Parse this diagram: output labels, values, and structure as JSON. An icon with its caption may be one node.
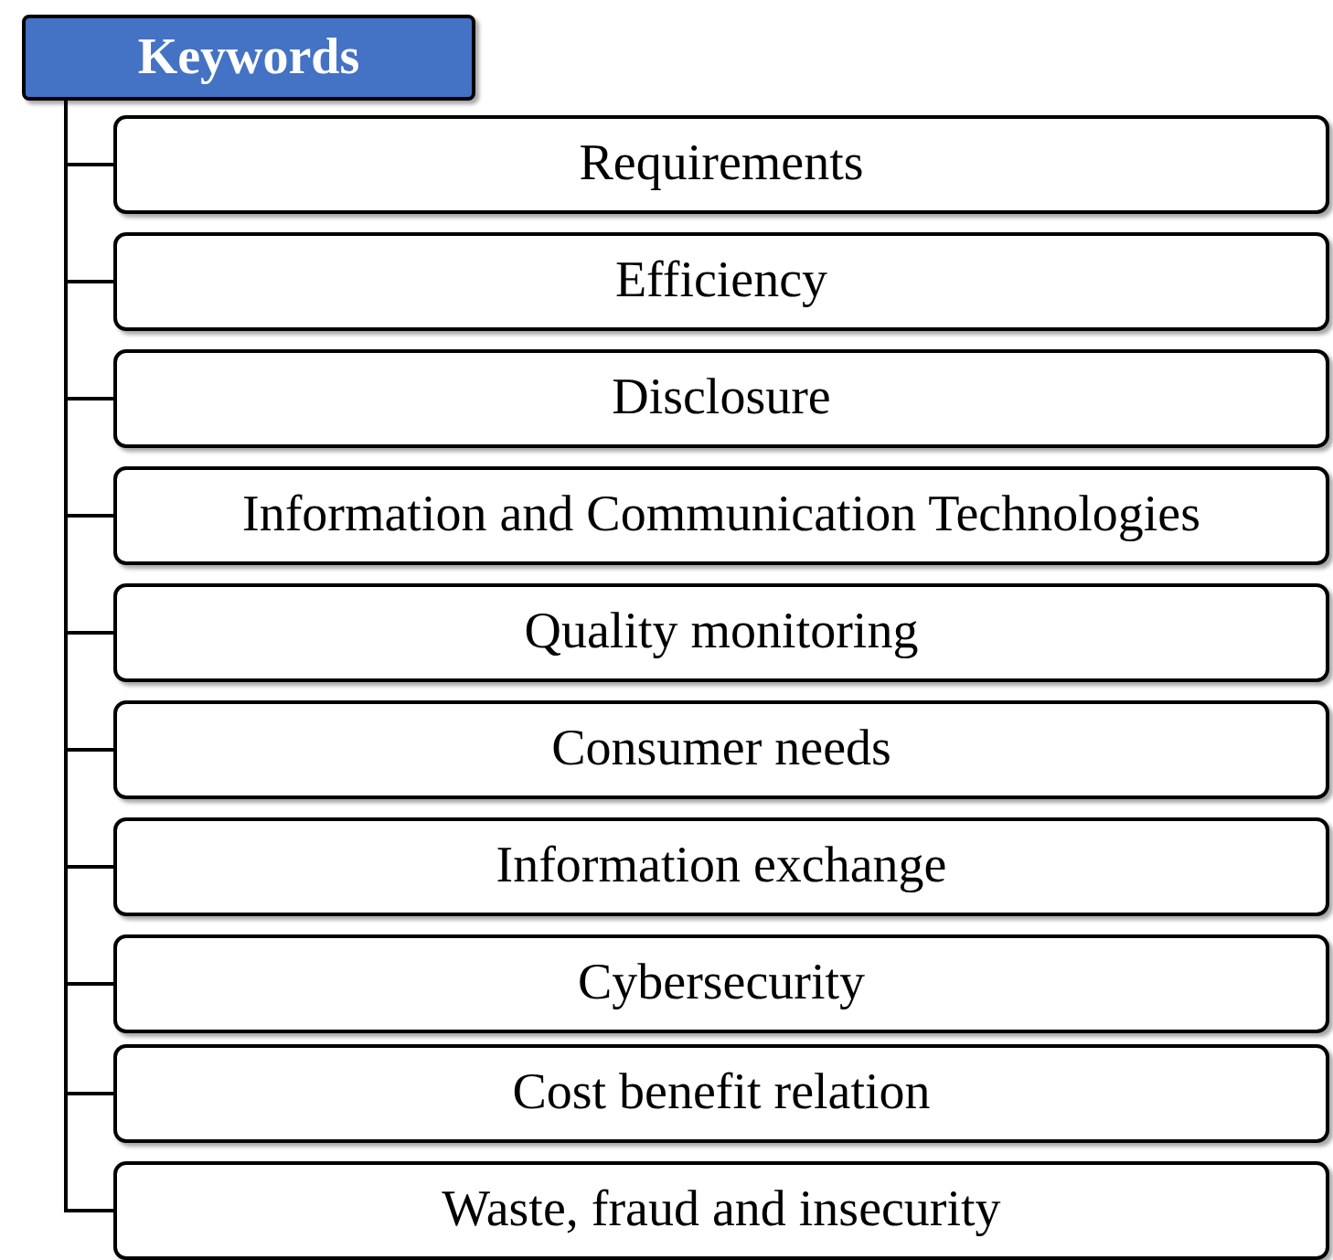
{
  "diagram": {
    "nodes": [
      {
        "text": [
          "Keywords"
        ]
      },
      {
        "text": [
          "Requirements"
        ]
      },
      {
        "text": [
          "Efficiency"
        ]
      },
      {
        "text": [
          "Disclosure"
        ]
      },
      {
        "text": [
          "Information and Communication Technologies"
        ]
      },
      {
        "text": [
          "Quality monitoring"
        ]
      },
      {
        "text": [
          "Consumer needs"
        ]
      },
      {
        "text": [
          "Information exchange"
        ]
      },
      {
        "text": [
          "Cybersecurity"
        ]
      },
      {
        "text": [
          "Cost benefit relation"
        ]
      },
      {
        "text": [
          "Waste, fraud and insecurity"
        ]
      }
    ],
    "edges": [
      {
        "from": 0,
        "to": 1,
        "arrow": "none"
      },
      {
        "from": 0,
        "to": 2,
        "arrow": "none"
      },
      {
        "from": 0,
        "to": 3,
        "arrow": "none"
      },
      {
        "from": 0,
        "to": 4,
        "arrow": "none"
      },
      {
        "from": 0,
        "to": 5,
        "arrow": "none"
      },
      {
        "from": 0,
        "to": 6,
        "arrow": "none"
      },
      {
        "from": 0,
        "to": 7,
        "arrow": "none"
      },
      {
        "from": 0,
        "to": 8,
        "arrow": "none"
      },
      {
        "from": 0,
        "to": 9,
        "arrow": "none"
      },
      {
        "from": 0,
        "to": 10,
        "arrow": "none"
      }
    ]
  }
}
